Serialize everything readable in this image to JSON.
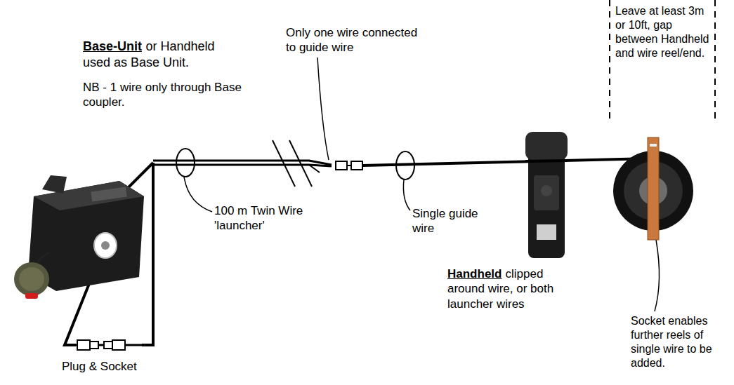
{
  "diagram": {
    "labels": [
      "Base-Unit",
      "or Handheld used as Base Unit.",
      "NB - 1 wire only through Base coupler.",
      "Only one wire connected to guide wire",
      "100 m Twin Wire 'launcher'",
      "Single guide wire",
      "Handheld",
      "clipped around wire, or both launcher wires",
      "Socket enables further reels of single wire to be added.",
      "Plug & Socket",
      "Leave at least 3m or 10ft, gap between Handheld and wire reel/end."
    ]
  }
}
